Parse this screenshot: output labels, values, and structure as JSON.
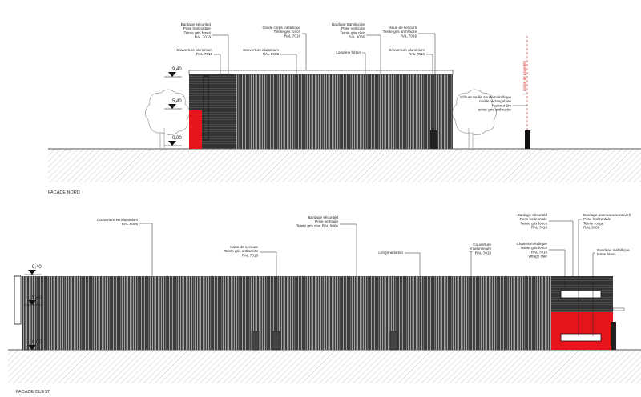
{
  "north": {
    "title": "FACADE NORD",
    "levels": [
      "9,40",
      "5,40",
      "0,00"
    ],
    "property_line": "Limite de propriété",
    "labels": [
      [
        "Bardage sécuritéd",
        "Pose horizontale",
        "Teinte gris foncé",
        "RAL 7016"
      ],
      [
        "Couverture aluminium",
        "RAL 7016"
      ],
      [
        "Garde corps métallique",
        "Teinte gris foncé",
        "RAL 7016"
      ],
      [
        "Couverture aluminium",
        "RAL 9006"
      ],
      [
        "Bardage translucide",
        "Pose verticale",
        "Teinte gris clair",
        "RAL 9006"
      ],
      [
        "Longrine béton"
      ],
      [
        "Issue de secours",
        "Teinte gris anthracite",
        "RAL 7016"
      ],
      [
        "Couverture aluminium",
        "RAL 7016"
      ],
      [
        "Clôture treillis soudé métallique",
        "maille rectangulaire",
        "Hauteur 2m",
        "teinte gris anthracite"
      ]
    ]
  },
  "west": {
    "title": "FACADE OUEST",
    "levels": [
      "9,40",
      "5,40",
      "0,00"
    ],
    "labels": [
      [
        "Couverture en aluminium",
        "RAL 9006"
      ],
      [
        "Issue de secours",
        "Teinte gris anthracite",
        "RAL 7016"
      ],
      [
        "Bardage sécuritéd",
        "Pose verticale",
        "Teinte gris clair RAL 9006"
      ],
      [
        "Longrine béton"
      ],
      [
        "Couverture",
        "en aluminium",
        "RAL 7016"
      ],
      [
        "Bardage sécuritéd",
        "Pose horizontale",
        "Teinte gris foncé",
        "RAL 7016"
      ],
      [
        "Châssis métallique",
        "Teinte gris foncé",
        "RAL 7016",
        "vitrage clair"
      ],
      [
        "Bardage panneaux sandwich",
        "Pose horizontale",
        "Teinte rouge",
        "RAL 3000"
      ],
      [
        "Bandeau métallique",
        "teinte blanc"
      ]
    ]
  },
  "colors": {
    "cladding_dark": "#3a3a3a",
    "cladding_red": "#e8141b",
    "property_line": "#d02020"
  }
}
